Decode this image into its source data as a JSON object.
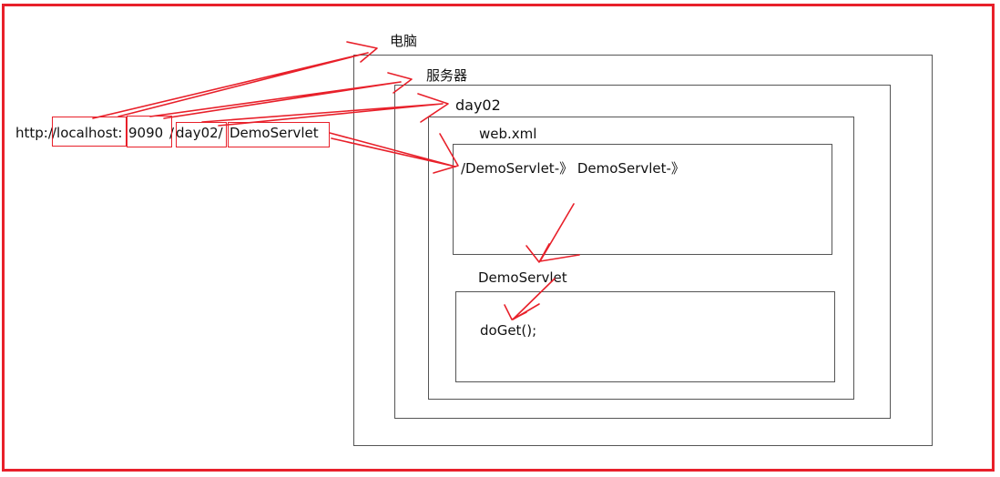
{
  "labels": {
    "computer": "电脑",
    "server": "服务器",
    "project": "day02",
    "webxml": "web.xml",
    "mapping": "/DemoServlet-》 DemoServlet-》",
    "servlet_class": "DemoServlet",
    "method": "doGet();"
  },
  "url": {
    "prefix": "http:/",
    "host": "/localhost:",
    "port": "9090",
    "sep": "/",
    "project": "day02/",
    "servlet": "DemoServlet"
  },
  "colors": {
    "accent": "#e8202a",
    "box_border": "#555555"
  }
}
